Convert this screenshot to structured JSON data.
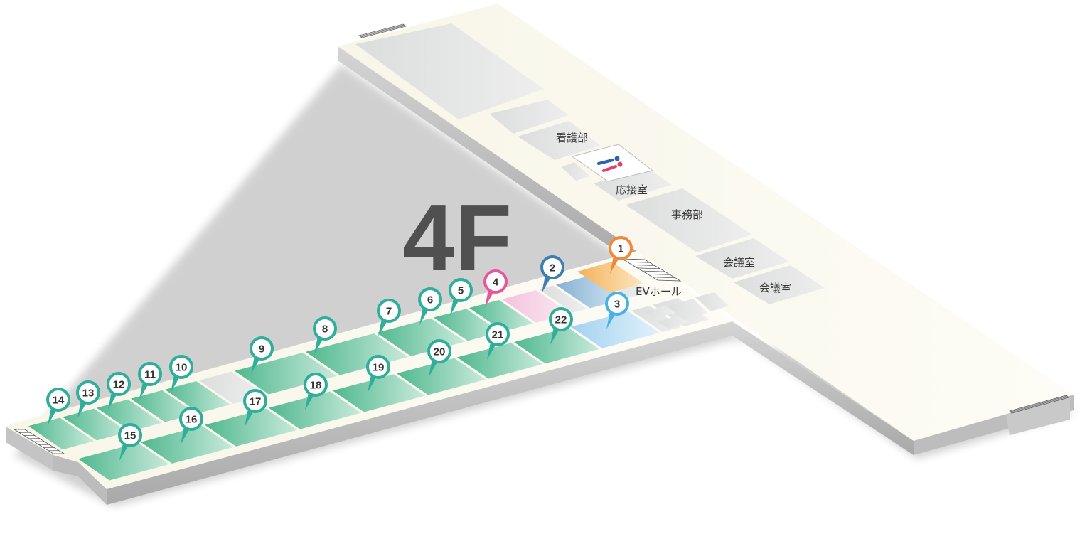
{
  "floor_label": "4F",
  "rooms": {
    "nursing": "看護部",
    "reception": "応接室",
    "office": "事務部",
    "meeting1": "会議室",
    "meeting2": "会議室",
    "ev_hall": "EVホール"
  },
  "icons": {
    "restroom": "restroom-icon",
    "stairs": "stairs-icon"
  },
  "colors": {
    "green_room": "#5cbf9a",
    "orange_room": "#f6b65c",
    "blue_room": "#8fb8d8",
    "lightblue_room": "#a9d6f2",
    "pink_room": "#f4c7df",
    "gray_room": "#e2e3e3",
    "floor": "#faf8ee"
  },
  "pins": [
    {
      "label": "1",
      "color": "#f08a3a"
    },
    {
      "label": "2",
      "color": "#3f7fb0"
    },
    {
      "label": "3",
      "color": "#48b2e4"
    },
    {
      "label": "4",
      "color": "#e8569a"
    },
    {
      "label": "5",
      "color": "#2fae9a"
    },
    {
      "label": "6",
      "color": "#2fae9a"
    },
    {
      "label": "7",
      "color": "#2fae9a"
    },
    {
      "label": "8",
      "color": "#2fae9a"
    },
    {
      "label": "9",
      "color": "#2fae9a"
    },
    {
      "label": "10",
      "color": "#2fae9a"
    },
    {
      "label": "11",
      "color": "#2fae9a"
    },
    {
      "label": "12",
      "color": "#2fae9a"
    },
    {
      "label": "13",
      "color": "#2fae9a"
    },
    {
      "label": "14",
      "color": "#2fae9a"
    },
    {
      "label": "15",
      "color": "#2fae9a"
    },
    {
      "label": "16",
      "color": "#2fae9a"
    },
    {
      "label": "17",
      "color": "#2fae9a"
    },
    {
      "label": "18",
      "color": "#2fae9a"
    },
    {
      "label": "19",
      "color": "#2fae9a"
    },
    {
      "label": "20",
      "color": "#2fae9a"
    },
    {
      "label": "21",
      "color": "#2fae9a"
    },
    {
      "label": "22",
      "color": "#2fae9a"
    }
  ]
}
